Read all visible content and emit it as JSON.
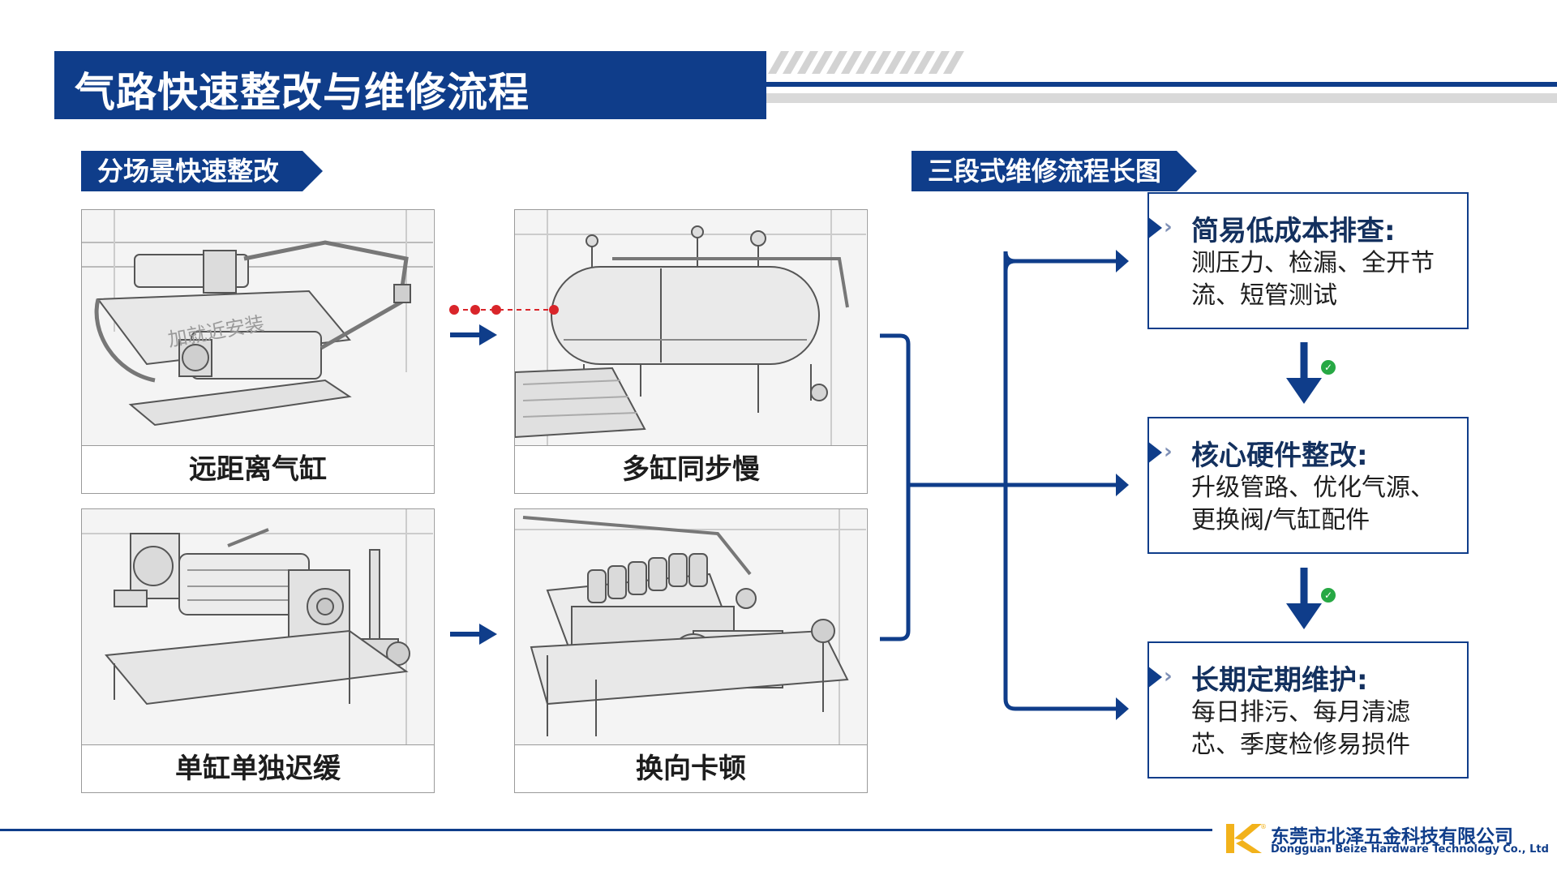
{
  "title": "气路快速整改与维修流程",
  "left_section": {
    "tag": "分场景快速整改",
    "panels": [
      {
        "label": "远距离气缸",
        "stamp": "加就近安装"
      },
      {
        "label": "多缸同步慢"
      },
      {
        "label": "单缸单独迟缓"
      },
      {
        "label": "换向卡顿"
      }
    ]
  },
  "right_section": {
    "tag": "三段式维修流程长图",
    "steps": [
      {
        "title": "简易低成本排查:",
        "desc": "测压力、检漏、全开节流、短管测试"
      },
      {
        "title": "核心硬件整改:",
        "desc": "升级管路、优化气源、更换阀/气缸配件"
      },
      {
        "title": "长期定期维护:",
        "desc": "每日排污、每月清滤芯、季度检修易损件"
      }
    ]
  },
  "footer": {
    "company": "东莞市北泽五金科技有限公司",
    "company_en": "Dongguan Beize Hardware Technology Co., Ltd"
  },
  "colors": {
    "primary": "#0f3d8a",
    "accent_red": "#d9252a",
    "check": "#27a844",
    "logo_yellow": "#f2b21b"
  }
}
